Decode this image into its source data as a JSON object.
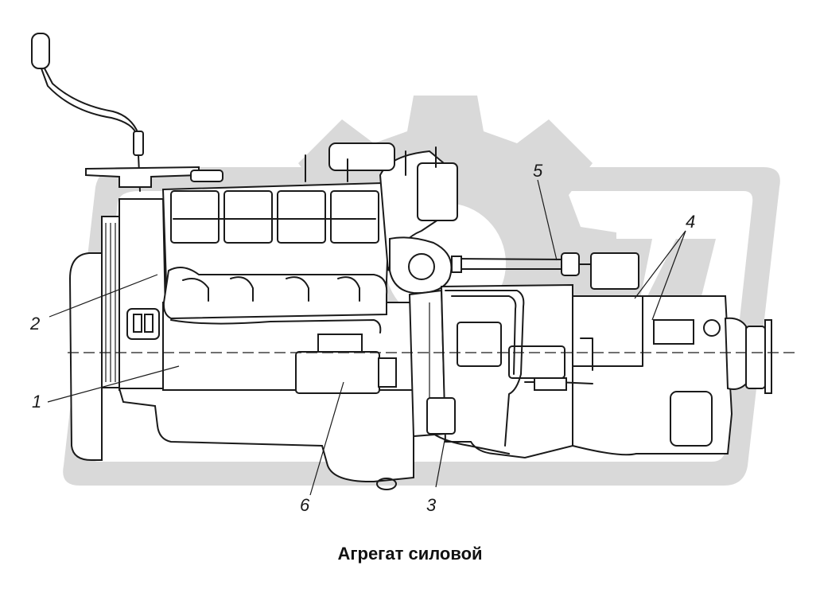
{
  "diagram": {
    "caption": "Агрегат силовой",
    "callouts": [
      {
        "id": "1",
        "label": "1"
      },
      {
        "id": "2",
        "label": "2"
      },
      {
        "id": "3",
        "label": "3"
      },
      {
        "id": "4",
        "label": "4"
      },
      {
        "id": "5",
        "label": "5"
      },
      {
        "id": "6",
        "label": "6"
      }
    ]
  }
}
